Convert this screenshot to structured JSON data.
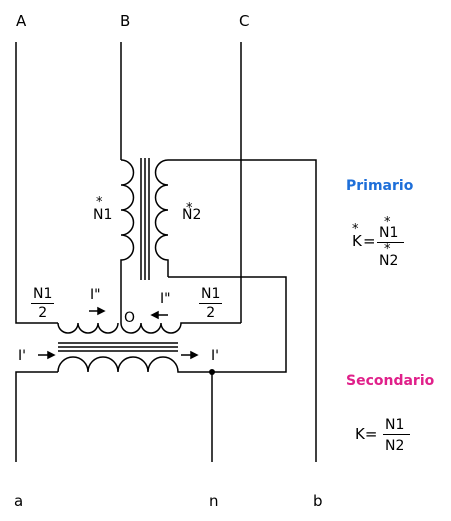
{
  "terminals_top": {
    "a": "A",
    "b": "B",
    "c": "C"
  },
  "terminals_bottom": {
    "a": "a",
    "n": "n",
    "b": "b"
  },
  "windings": {
    "n1": "N1",
    "n2": "N2",
    "star": "*",
    "half_num": "N1",
    "half_den": "2"
  },
  "currents": {
    "i_double_left": "I\"",
    "i_double_right": "I\"",
    "i_prime_left": "I'",
    "i_prime_right": "I'"
  },
  "node_o": "O",
  "primario": {
    "title": "Primario",
    "color": "#1e6fd9",
    "k": "K",
    "eq": "=",
    "num": "N1",
    "den": "N2"
  },
  "secondario": {
    "title": "Secondario",
    "color": "#e0208a",
    "k": "K=",
    "num": "N1",
    "den": "N2"
  }
}
